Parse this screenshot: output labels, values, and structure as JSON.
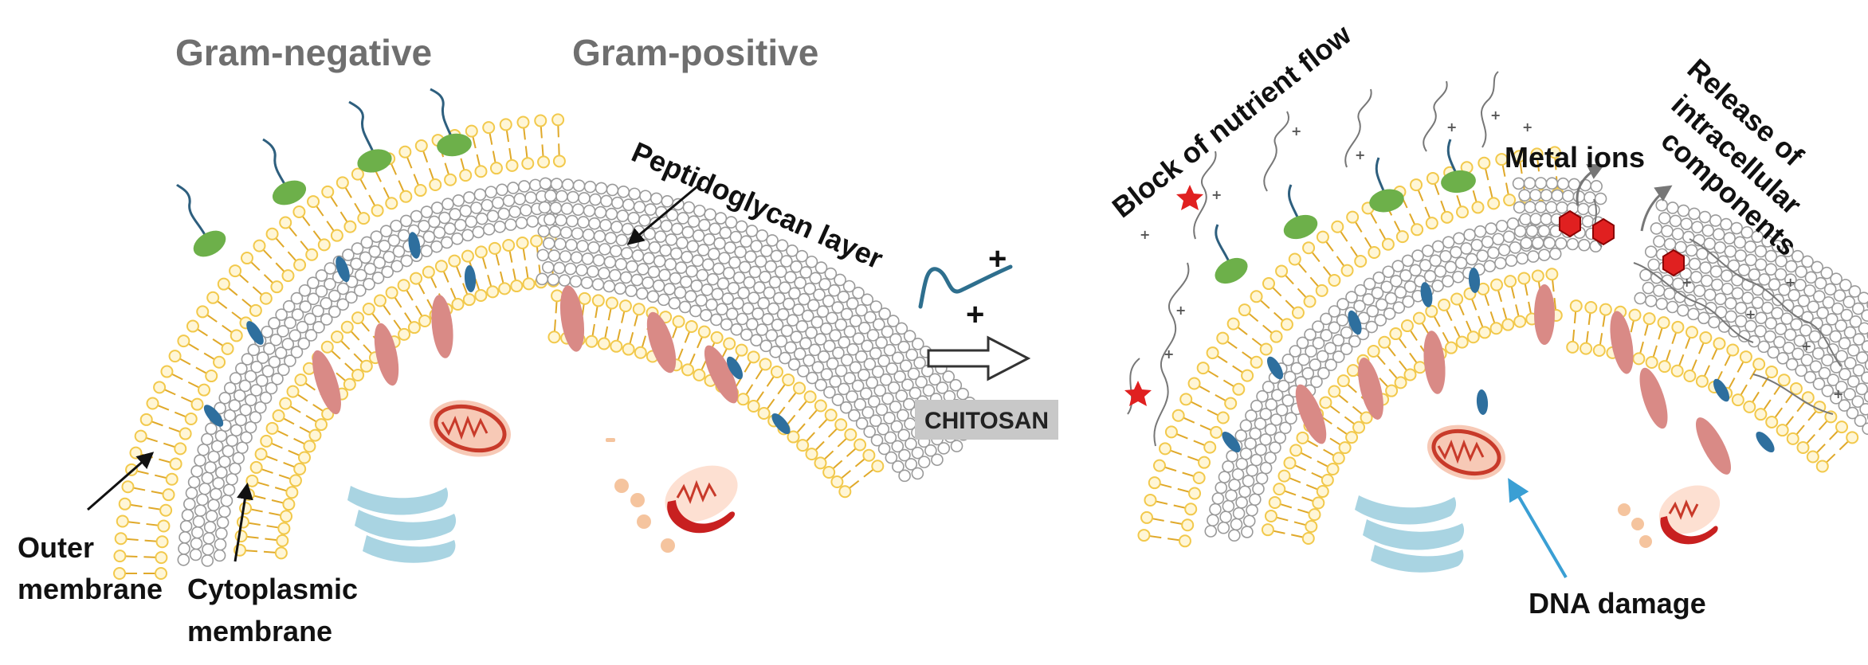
{
  "titles": {
    "gram_negative": "Gram-negative",
    "gram_positive": "Gram-positive"
  },
  "labels": {
    "peptidoglycan": "Peptidoglycan layer",
    "outer_membrane_line1": "Outer",
    "outer_membrane_line2": "membrane",
    "cytoplasmic_line1": "Cytoplasmic",
    "cytoplasmic_line2": "membrane",
    "chitosan": "CHITOSAN",
    "block": "Block of nutrient flow",
    "metal_ions": "Metal ions",
    "release_line1": "Release of",
    "release_line2": "intracellular",
    "release_line3": "components",
    "dna_damage": "DNA damage",
    "plus": "+"
  },
  "colors": {
    "lipid": "#f2c94c",
    "lipid_tail": "#e0a92a",
    "peptidoglycan": "#9a9a9a",
    "porin_green": "#6db04a",
    "protein_pink": "#d98a86",
    "protein_blue": "#2e6f9e",
    "chitosan_chain": "#2e6f8e",
    "mitochondria": "#c83a2a",
    "golgi": "#a9d4e2",
    "dna_arrow": "#3a9fd4",
    "ions": "#e02020",
    "chitosan_box": "#c8c8c8"
  }
}
